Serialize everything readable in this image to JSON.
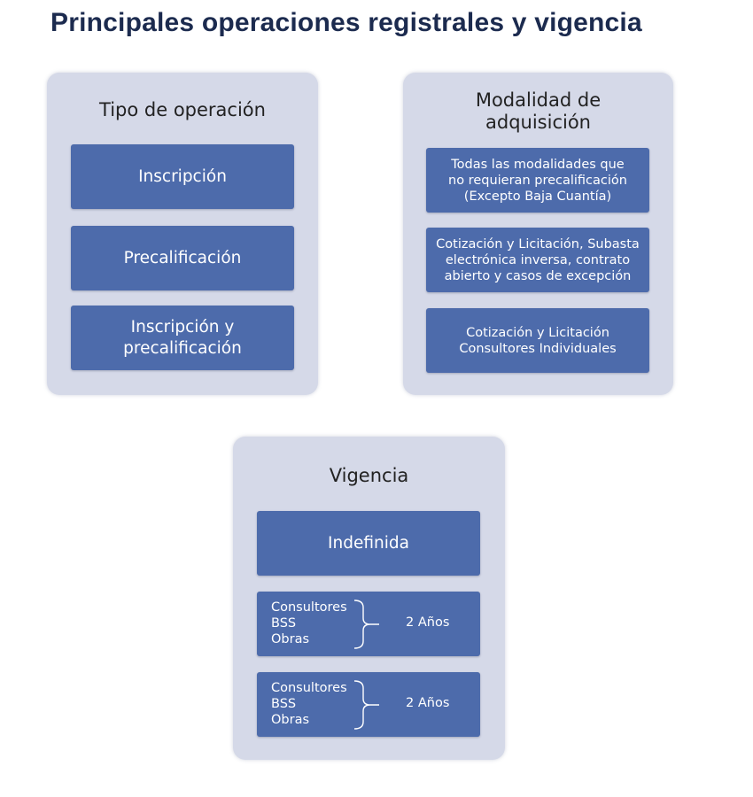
{
  "title": "Principales operaciones registrales y vigencia",
  "panels": {
    "tipo": {
      "title": "Tipo de operación",
      "items": [
        "Inscripción",
        "Precalificación",
        "Inscripción y\nprecalificación"
      ]
    },
    "modalidad": {
      "title": "Modalidad de\nadquisición",
      "items": [
        "Todas las modalidades que\nno requieran precalificación\n(Excepto Baja Cuantía)",
        "Cotización y Licitación, Subasta\nelectrónica inversa, contrato\nabierto y casos de excepción",
        "Cotización y Licitación\nConsultores Individuales"
      ]
    },
    "vigencia": {
      "title": "Vigencia",
      "first": "Indefinida",
      "rows": [
        {
          "categories": [
            "Consultores",
            "BSS",
            "Obras"
          ],
          "duration": "2 Años"
        },
        {
          "categories": [
            "Consultores",
            "BSS",
            "Obras"
          ],
          "duration": "2 Años"
        }
      ]
    }
  }
}
